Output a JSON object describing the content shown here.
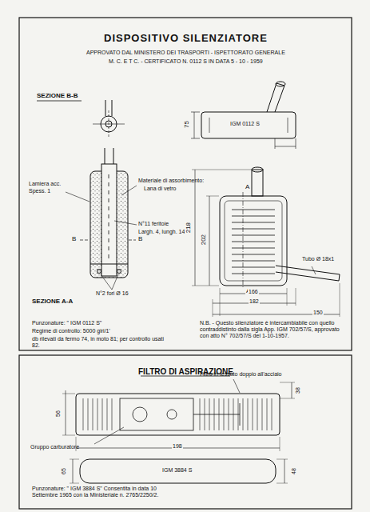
{
  "diagram": {
    "title": "DISPOSITIVO SILENZIATORE",
    "labels": [
      "APPROVATO DAL MINISTERO DEI TRASPORTI - ISPETTORATO GENERALE",
      "M. C. E T C. - CERTIFICATO N. 0112 S IN DATA 5 - 10 - 1959",
      "SEZIONE B-B",
      "75",
      "IGM 0112 S",
      "Lamiera acc.",
      "Spess. 1",
      "Materiale di assorbimento:",
      "Lana di vetro",
      "N°11 feritoie",
      "Largh. 4, lungh. 14",
      "B",
      "B",
      "N°2 fori Ø 16",
      "SEZIONE A-A",
      "A",
      "A",
      "218",
      "202",
      "Tubo Ø 18x1",
      "166",
      "182",
      "150",
      "Punzonature: \" IGM 0112 S\"",
      "Regime di controllo: 5000 giri/1'",
      "db rilevati da fermo 74, in moto 81; per controllo usati 82.",
      "N.B. - Questo silenziatore è intercambiabile con quello contraddistinto dalla sigla App. IGM 702/57/S, approvato con atto N° 702/57/S del 1-10-1957.",
      "FILTRO DI ASPIRAZIONE",
      "Filtro in tessuto doppio all'acciaio",
      "38",
      "56",
      "Gruppo carburatore",
      "198",
      "IGM 3884 S",
      "65",
      "48",
      "Punzonature: \" IGM 3884 S\" Consentita in data 10 Settembre 1965 con la Ministeriale n. 2765/2250/2."
    ]
  }
}
